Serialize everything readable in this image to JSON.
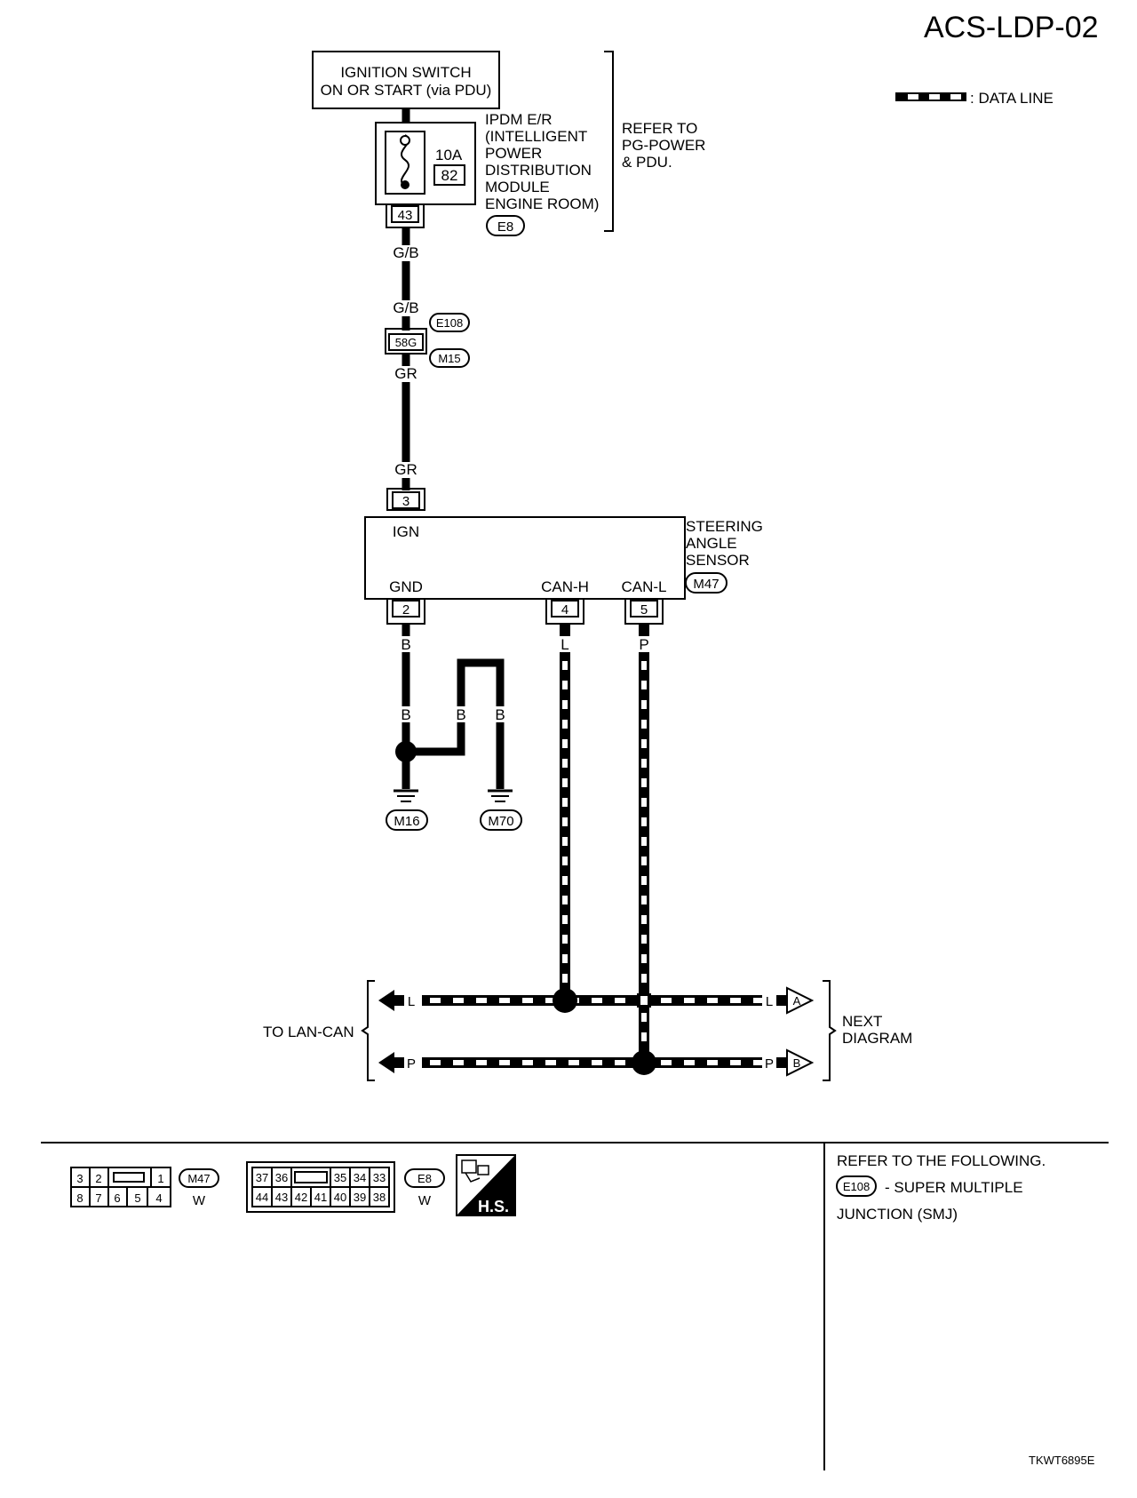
{
  "page": {
    "code": "ACS-LDP-02",
    "figure_id": "TKWT6895E",
    "legend_data_line": ": DATA LINE"
  },
  "ignition": {
    "label_line1": "IGNITION SWITCH",
    "label_line2": "ON OR START (via PDU)"
  },
  "ipdm": {
    "fuse_amp": "10A",
    "fuse_num": "82",
    "pin": "43",
    "name_lines": [
      "IPDM E/R",
      "(INTELLIGENT",
      "POWER",
      "DISTRIBUTION",
      "MODULE",
      "ENGINE ROOM)"
    ],
    "connector": "E8",
    "refer_lines": [
      "REFER TO",
      "PG-POWER",
      "& PDU."
    ]
  },
  "wires": {
    "gb_top": "G/B",
    "gb_bottom": "G/B",
    "gr_top": "GR",
    "gr_bottom": "GR",
    "b1": "B",
    "b2": "B",
    "b3": "B",
    "b4": "B",
    "l_top": "L",
    "p_top": "P",
    "l_left": "L",
    "l_right": "L",
    "p_left": "P",
    "p_right": "P"
  },
  "joint": {
    "pin": "58G",
    "conn_top": "E108",
    "conn_bottom": "M15"
  },
  "sensor": {
    "pin_ign": "3",
    "label_ign": "IGN",
    "label_gnd": "GND",
    "label_canh": "CAN-H",
    "label_canl": "CAN-L",
    "pin_gnd": "2",
    "pin_canh": "4",
    "pin_canl": "5",
    "name_lines": [
      "STEERING",
      "ANGLE",
      "SENSOR"
    ],
    "connector": "M47"
  },
  "grounds": {
    "g1": "M16",
    "g2": "M70"
  },
  "bus": {
    "to_label": "TO LAN-CAN",
    "next_line1": "NEXT",
    "next_line2": "DIAGRAM",
    "arrow_a": "A",
    "arrow_b": "B"
  },
  "connectors": {
    "m47": {
      "name": "M47",
      "color": "W",
      "top_row": [
        "3",
        "2",
        "",
        "1"
      ],
      "bottom_row": [
        "8",
        "7",
        "6",
        "5",
        "4"
      ]
    },
    "e8": {
      "name": "E8",
      "color": "W",
      "top_row": [
        "37",
        "36",
        "",
        "35",
        "34",
        "33"
      ],
      "bottom_row": [
        "44",
        "43",
        "42",
        "41",
        "40",
        "39",
        "38"
      ]
    },
    "hs_label": "H.S."
  },
  "refer_following": {
    "line1": "REFER TO THE FOLLOWING.",
    "conn": "E108",
    "line2": "- SUPER MULTIPLE",
    "line3": "JUNCTION (SMJ)"
  }
}
